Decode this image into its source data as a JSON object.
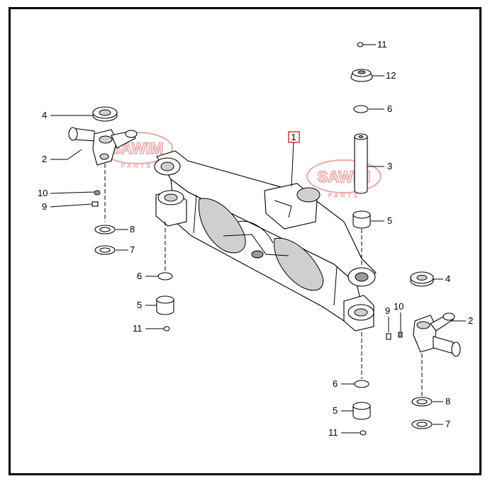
{
  "diagram": {
    "callouts": {
      "c1": "1",
      "c2_left": "2",
      "c2_right": "2",
      "c3": "3",
      "c4_left": "4",
      "c4_right": "4",
      "c5_top": "5",
      "c5_left": "5",
      "c5_bottom": "5",
      "c6_top": "6",
      "c6_left": "6",
      "c6_bottom": "6",
      "c7_left": "7",
      "c7_right": "7",
      "c8_left": "8",
      "c8_right": "8",
      "c9_left": "9",
      "c9_right": "9",
      "c10_left": "10",
      "c10_right": "10",
      "c11_top": "11",
      "c11_left": "11",
      "c11_bottom": "11",
      "c12": "12"
    },
    "watermark": {
      "brand": "SAWIM",
      "sub": "PARTS"
    },
    "colors": {
      "highlight_box": "#d9333a",
      "watermark": "#e89a9a"
    }
  }
}
